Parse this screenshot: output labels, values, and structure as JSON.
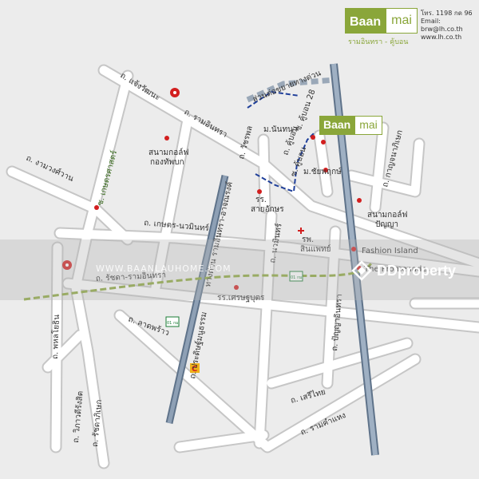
{
  "brand": {
    "left": "Baan",
    "right": "mai",
    "subtitle": "รามอินทรา - คู้บอน"
  },
  "contact": {
    "phone": "โทร. 1198 กด 96",
    "email": "Email: brw@lh.co.th",
    "web": "www.lh.co.th"
  },
  "roads": {
    "chaeng_watthana": "ถ. แจ้งวัฒนะ",
    "ram_inthra": "ถ. รามอินทรา",
    "watcharaphon": "ถ. วัชรพล",
    "ngam_wong_wan": "ถ. งามวงศ์วาน",
    "kaset_nawamin": "ถ. เกษตร-นวมินทร์",
    "kaset_lane": "ซ. เกษตรศาสตร์",
    "phahonyothin": "ถ. พหลโยธิน",
    "ratchada_ramintra": "ถ. รัชดา-รามอินทรา",
    "lat_phrao": "ถ. ลาดพร้าว",
    "pradit_manutham": "ถ. ประดิษฐ์มนูธรรม",
    "ramintra_expressway": "ทางด่วน รามอินทรา-อาจณรงค์",
    "nawamin": "ถ. นวมินทร์",
    "serithai": "ถ. เสรีไทย",
    "ramkhamhaeng": "ถ. รามคำแหง",
    "vibhavadi": "ถ. วิภาวดีรังสิต",
    "ratchadaphisek": "ถ. รัชดาภิเษก",
    "khubon": "ถ. คู้บอน",
    "khubon_28": "ซ. คู้บอน 28",
    "khubon_lane": "ซ. คู้บอน",
    "panya_indra": "ถ. ปัญญาอินทรา",
    "kanchanaphisek": "ถ. กาญจนาภิเษก",
    "expressway_ext": "ส่วนต่อขยายทางด่วน"
  },
  "places": {
    "golf_kongthap": [
      "สนามกอล์ฟ",
      "กองทัพบก"
    ],
    "school_saiyunan": [
      "รร.",
      "สายอักษร"
    ],
    "mu_nantawan": "ม.นันทนา",
    "mu_chaiyaphruek": "ม.ชัยพฤกษ์",
    "golf_panya": [
      "สนามกอล์ฟ",
      "ปัญญา"
    ],
    "fashion_island": "Fashion Island",
    "hospital": [
      "รพ.",
      "สินแพทย์"
    ],
    "school_setthabut": "รร.เศรษฐบุตร",
    "the_promenade": "The Promenade"
  },
  "badges": {
    "km1": "01 กม.",
    "km2": "01 กม."
  },
  "watermark": {
    "left": "WWW.BAANLAUHOME.COM",
    "right": "DDproperty"
  },
  "colors": {
    "road": "#ffffff",
    "road_edge": "#c9c9c9",
    "expressway": "#7a8fa6",
    "green": "#8aa63a",
    "route": "#1f3f9a",
    "red": "#d21f1f"
  }
}
